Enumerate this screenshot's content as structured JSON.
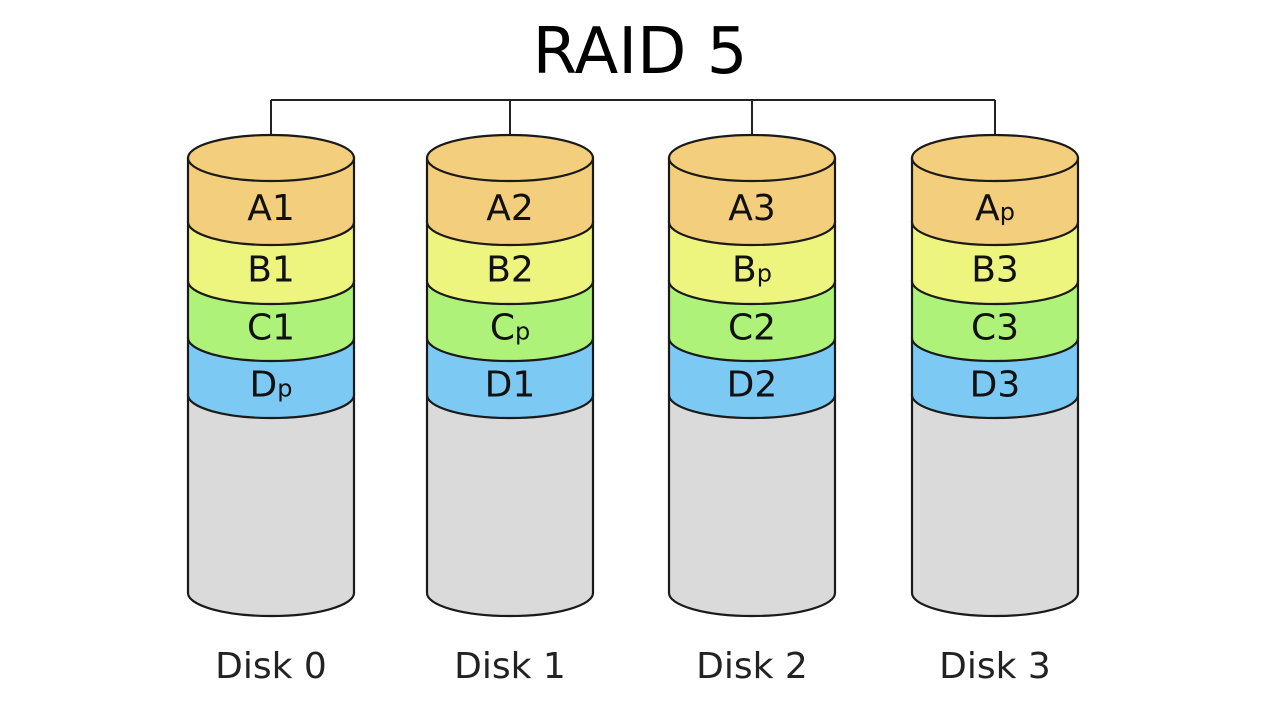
{
  "title": "RAID 5",
  "disks": [
    {
      "label": "Disk 0",
      "blocks": [
        {
          "main": "A",
          "sub": "1",
          "parity": false
        },
        {
          "main": "B",
          "sub": "1",
          "parity": false
        },
        {
          "main": "C",
          "sub": "1",
          "parity": false
        },
        {
          "main": "D",
          "sub": "p",
          "parity": true
        }
      ]
    },
    {
      "label": "Disk 1",
      "blocks": [
        {
          "main": "A",
          "sub": "2",
          "parity": false
        },
        {
          "main": "B",
          "sub": "2",
          "parity": false
        },
        {
          "main": "C",
          "sub": "p",
          "parity": true
        },
        {
          "main": "D",
          "sub": "1",
          "parity": false
        }
      ]
    },
    {
      "label": "Disk 2",
      "blocks": [
        {
          "main": "A",
          "sub": "3",
          "parity": false
        },
        {
          "main": "B",
          "sub": "p",
          "parity": true
        },
        {
          "main": "C",
          "sub": "2",
          "parity": false
        },
        {
          "main": "D",
          "sub": "2",
          "parity": false
        }
      ]
    },
    {
      "label": "Disk 3",
      "blocks": [
        {
          "main": "A",
          "sub": "p",
          "parity": true
        },
        {
          "main": "B",
          "sub": "3",
          "parity": false
        },
        {
          "main": "C",
          "sub": "3",
          "parity": false
        },
        {
          "main": "D",
          "sub": "3",
          "parity": false
        }
      ]
    }
  ],
  "colors": {
    "A": "#f3ce7c",
    "B": "#eef57f",
    "C": "#aff27a",
    "D": "#7ccaf4",
    "empty": "#dadada",
    "outline": "#1a1a1a"
  }
}
